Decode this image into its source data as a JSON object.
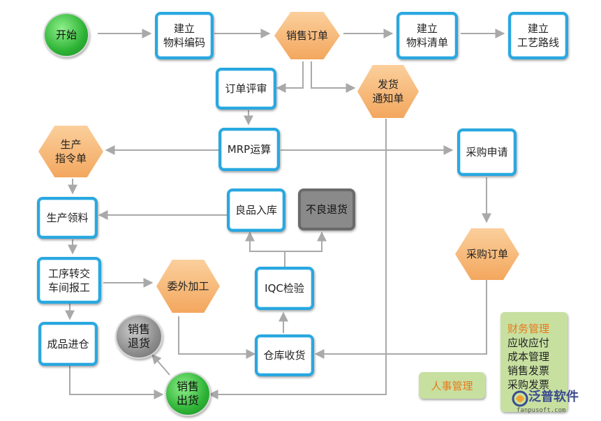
{
  "nodes": {
    "start": "开始",
    "create_material_code": "建立\n物料编码",
    "sales_order": "销售订单",
    "create_bom": "建立\n物料清单",
    "create_routing": "建立\n工艺路线",
    "order_review": "订单评审",
    "delivery_notice": "发货\n通知单",
    "production_order": "生产\n指令单",
    "mrp": "MRP运算",
    "purchase_request": "采购申请",
    "production_picking": "生产领料",
    "good_stock_in": "良品入库",
    "defect_return": "不良退货",
    "purchase_order": "采购订单",
    "process_transfer": "工序转交\n车间报工",
    "outsourcing": "委外加工",
    "iqc": "IQC检验",
    "finished_goods_in": "成品进仓",
    "sales_return": "销售\n退货",
    "warehouse_receiving": "仓库收货",
    "sales_shipping": "销售\n出货"
  },
  "side_panels": {
    "hr": "人事管理",
    "finance": {
      "title": "财务管理",
      "items": [
        "应收应付",
        "成本管理",
        "销售发票",
        "采购发票"
      ]
    }
  },
  "logo": {
    "name": "泛普软件",
    "url_text": "fanpusoft.com"
  },
  "colors": {
    "box_border": "#29a8e0",
    "hexagon_fill": "#f6b36f",
    "start_green": "#2eb336",
    "arrow": "#a9a9a9",
    "panel_green": "#c7e0a0",
    "panel_title": "#e8781c"
  }
}
